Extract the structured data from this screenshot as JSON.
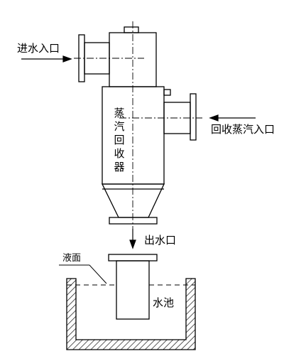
{
  "labels": {
    "water_inlet": "进水入口",
    "steam_inlet": "回收蒸汽入口",
    "recovery_device": "蒸汽回收器",
    "water_outlet": "出水口",
    "liquid_surface": "液面",
    "pool": "水池"
  },
  "colors": {
    "line": "#000000",
    "background": "#ffffff"
  }
}
